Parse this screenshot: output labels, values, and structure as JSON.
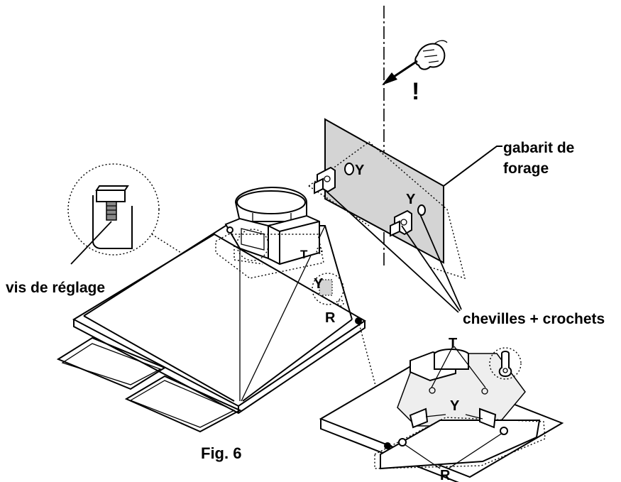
{
  "labels": {
    "gabarit_line1": "gabarit de",
    "gabarit_line2": "forage",
    "vis": "vis de réglage",
    "chevilles": "chevilles + crochets",
    "figure": "Fig. 6"
  },
  "letters": {
    "y": "Y",
    "t": "T",
    "r": "R",
    "warning": "!"
  }
}
